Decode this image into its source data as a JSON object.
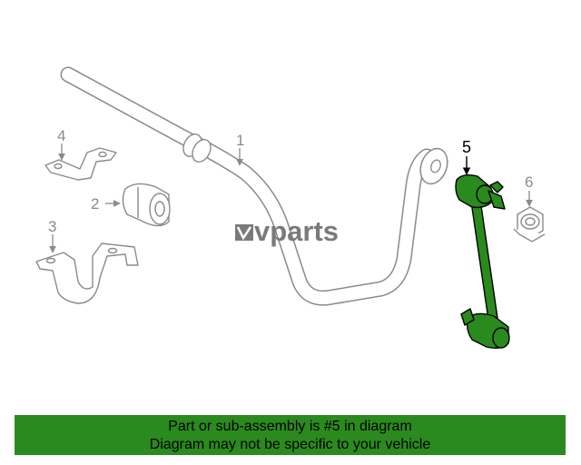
{
  "diagram": {
    "callouts": {
      "part1": "1",
      "part2": "2",
      "part3": "3",
      "part4": "4",
      "part5": "5",
      "part6": "6"
    },
    "highlighted_part": "5",
    "watermark": {
      "logo_text": "vparts"
    }
  },
  "caption": {
    "line1": "Part or sub-assembly is #5 in diagram",
    "line2": "Diagram may not be specific to your vehicle"
  },
  "colors": {
    "highlight_fill": "#2b8a1e",
    "outline": "#8a8a8a",
    "caption_bg": "#2b8a1e"
  }
}
